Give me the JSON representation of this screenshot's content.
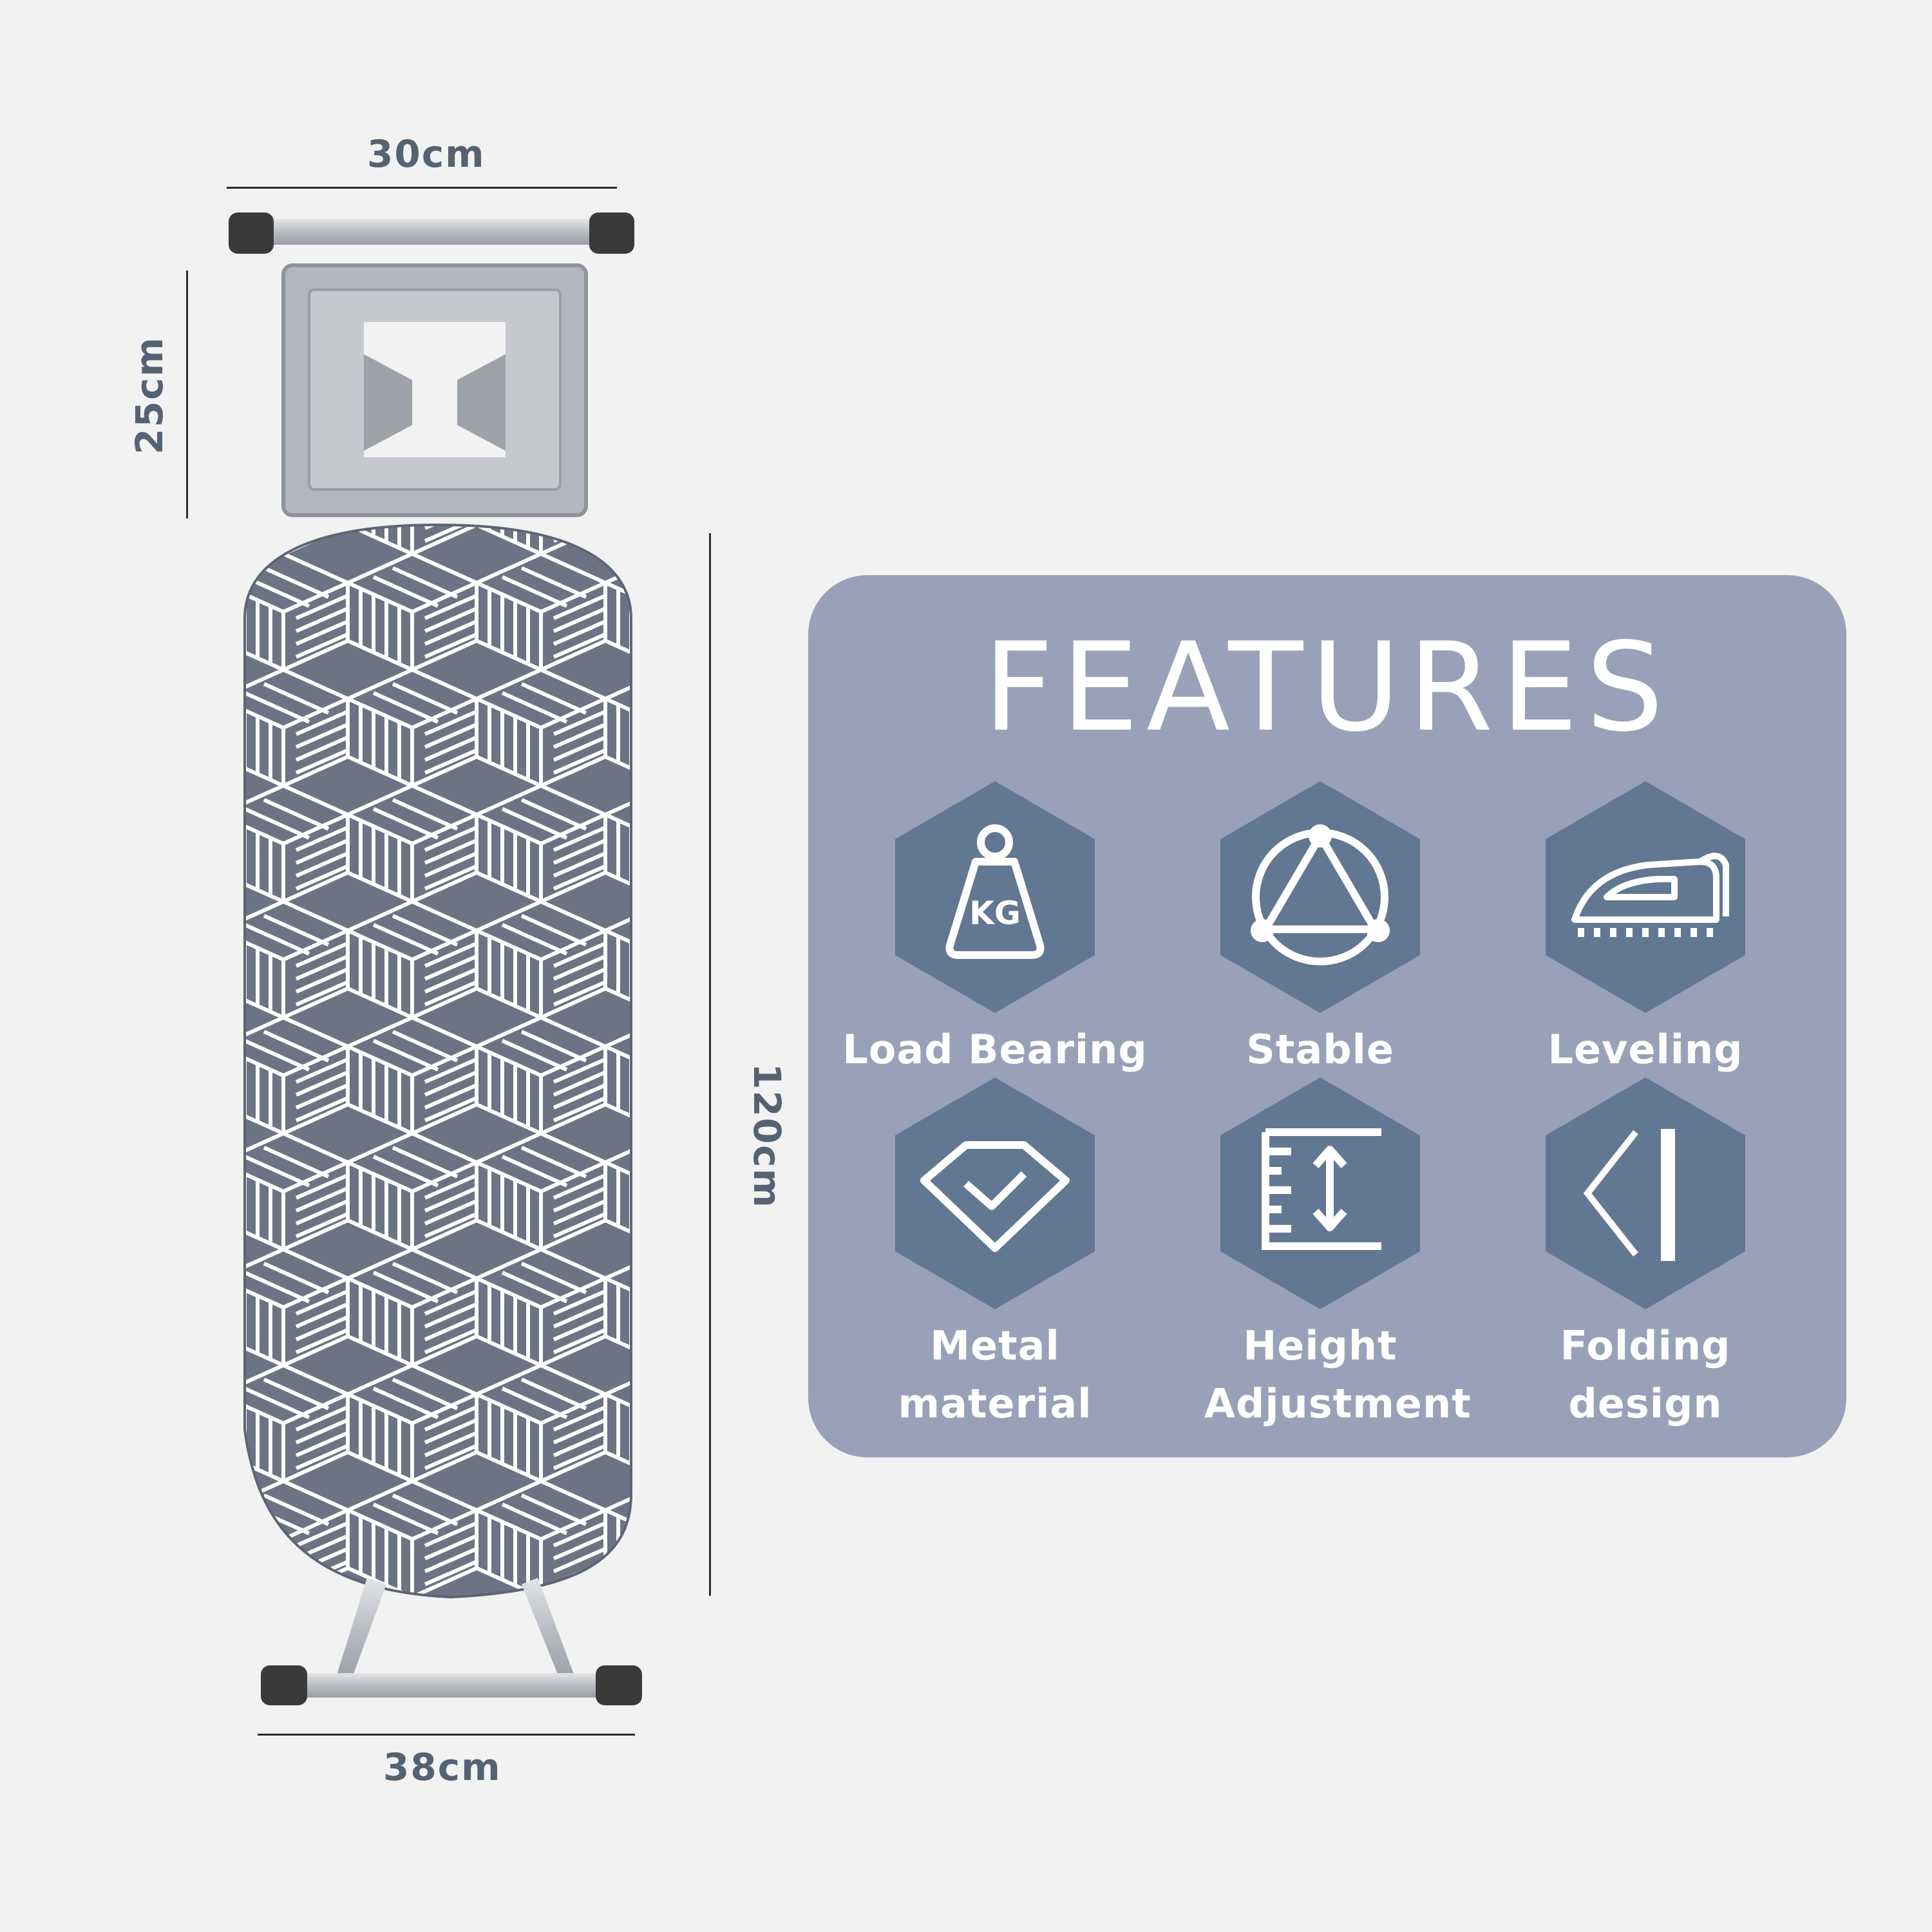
{
  "dimensions": {
    "top_width": "30cm",
    "rest_height": "25cm",
    "board_length": "120cm",
    "bottom_width": "38cm"
  },
  "features": {
    "title": "FEATURES",
    "items": [
      {
        "label": "Load Bearing",
        "icon": "weight-kg-icon",
        "icon_text": "KG"
      },
      {
        "label": "Stable",
        "icon": "triangle-circle-icon"
      },
      {
        "label": "Leveling",
        "icon": "iron-icon"
      },
      {
        "label": "Metal material",
        "icon": "diamond-check-icon"
      },
      {
        "label": "Height Adjustment",
        "icon": "height-ruler-icon"
      },
      {
        "label": "Folding design",
        "icon": "folding-icon"
      }
    ]
  },
  "colors": {
    "background": "#f2f2f2",
    "panel": "#98a1b8",
    "hexagon": "#627791",
    "dimension_text": "#556274",
    "board_cover": "#6b7384"
  }
}
